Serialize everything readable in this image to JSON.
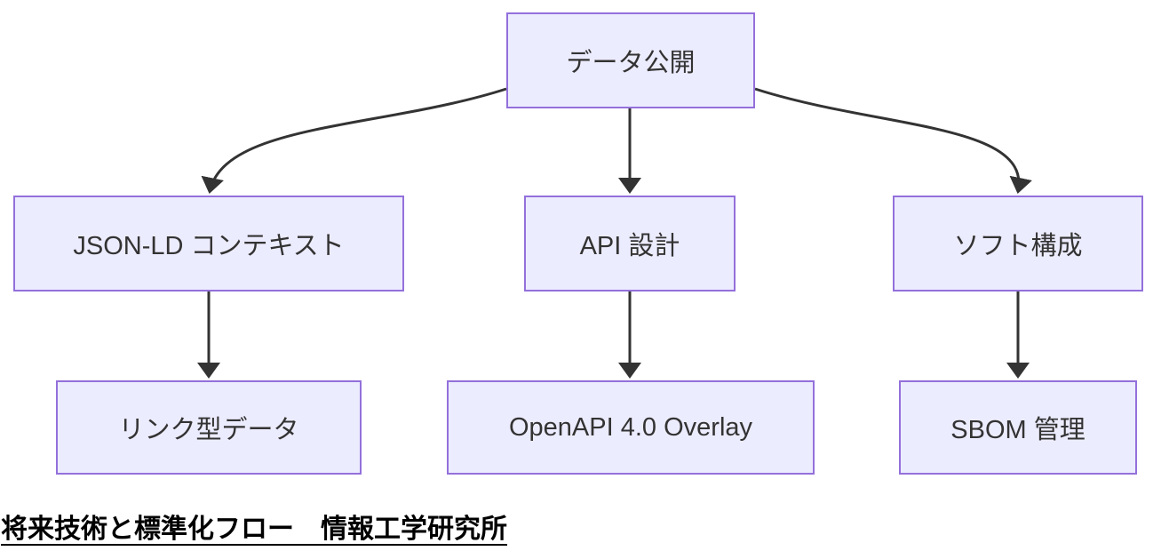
{
  "diagram": {
    "type": "flowchart-top-down",
    "nodes": [
      {
        "id": "root",
        "label": "データ公開"
      },
      {
        "id": "jsonld",
        "label": "JSON-LD コンテキスト"
      },
      {
        "id": "api",
        "label": "API 設計"
      },
      {
        "id": "soft",
        "label": "ソフト構成"
      },
      {
        "id": "linked",
        "label": "リンク型データ"
      },
      {
        "id": "openapi",
        "label": "OpenAPI 4.0 Overlay"
      },
      {
        "id": "sbom",
        "label": "SBOM 管理"
      }
    ],
    "edges": [
      {
        "from": "root",
        "to": "jsonld"
      },
      {
        "from": "root",
        "to": "api"
      },
      {
        "from": "root",
        "to": "soft"
      },
      {
        "from": "jsonld",
        "to": "linked"
      },
      {
        "from": "api",
        "to": "openapi"
      },
      {
        "from": "soft",
        "to": "sbom"
      }
    ],
    "colors": {
      "node_fill": "#ECECFF",
      "node_border": "#9370DB",
      "edge_stroke": "#333333",
      "node_text": "#333333",
      "caption_text": "#000000",
      "background": "#FFFFFF"
    }
  },
  "caption": {
    "text": "将来技術と標準化フロー　情報工学研究所"
  }
}
